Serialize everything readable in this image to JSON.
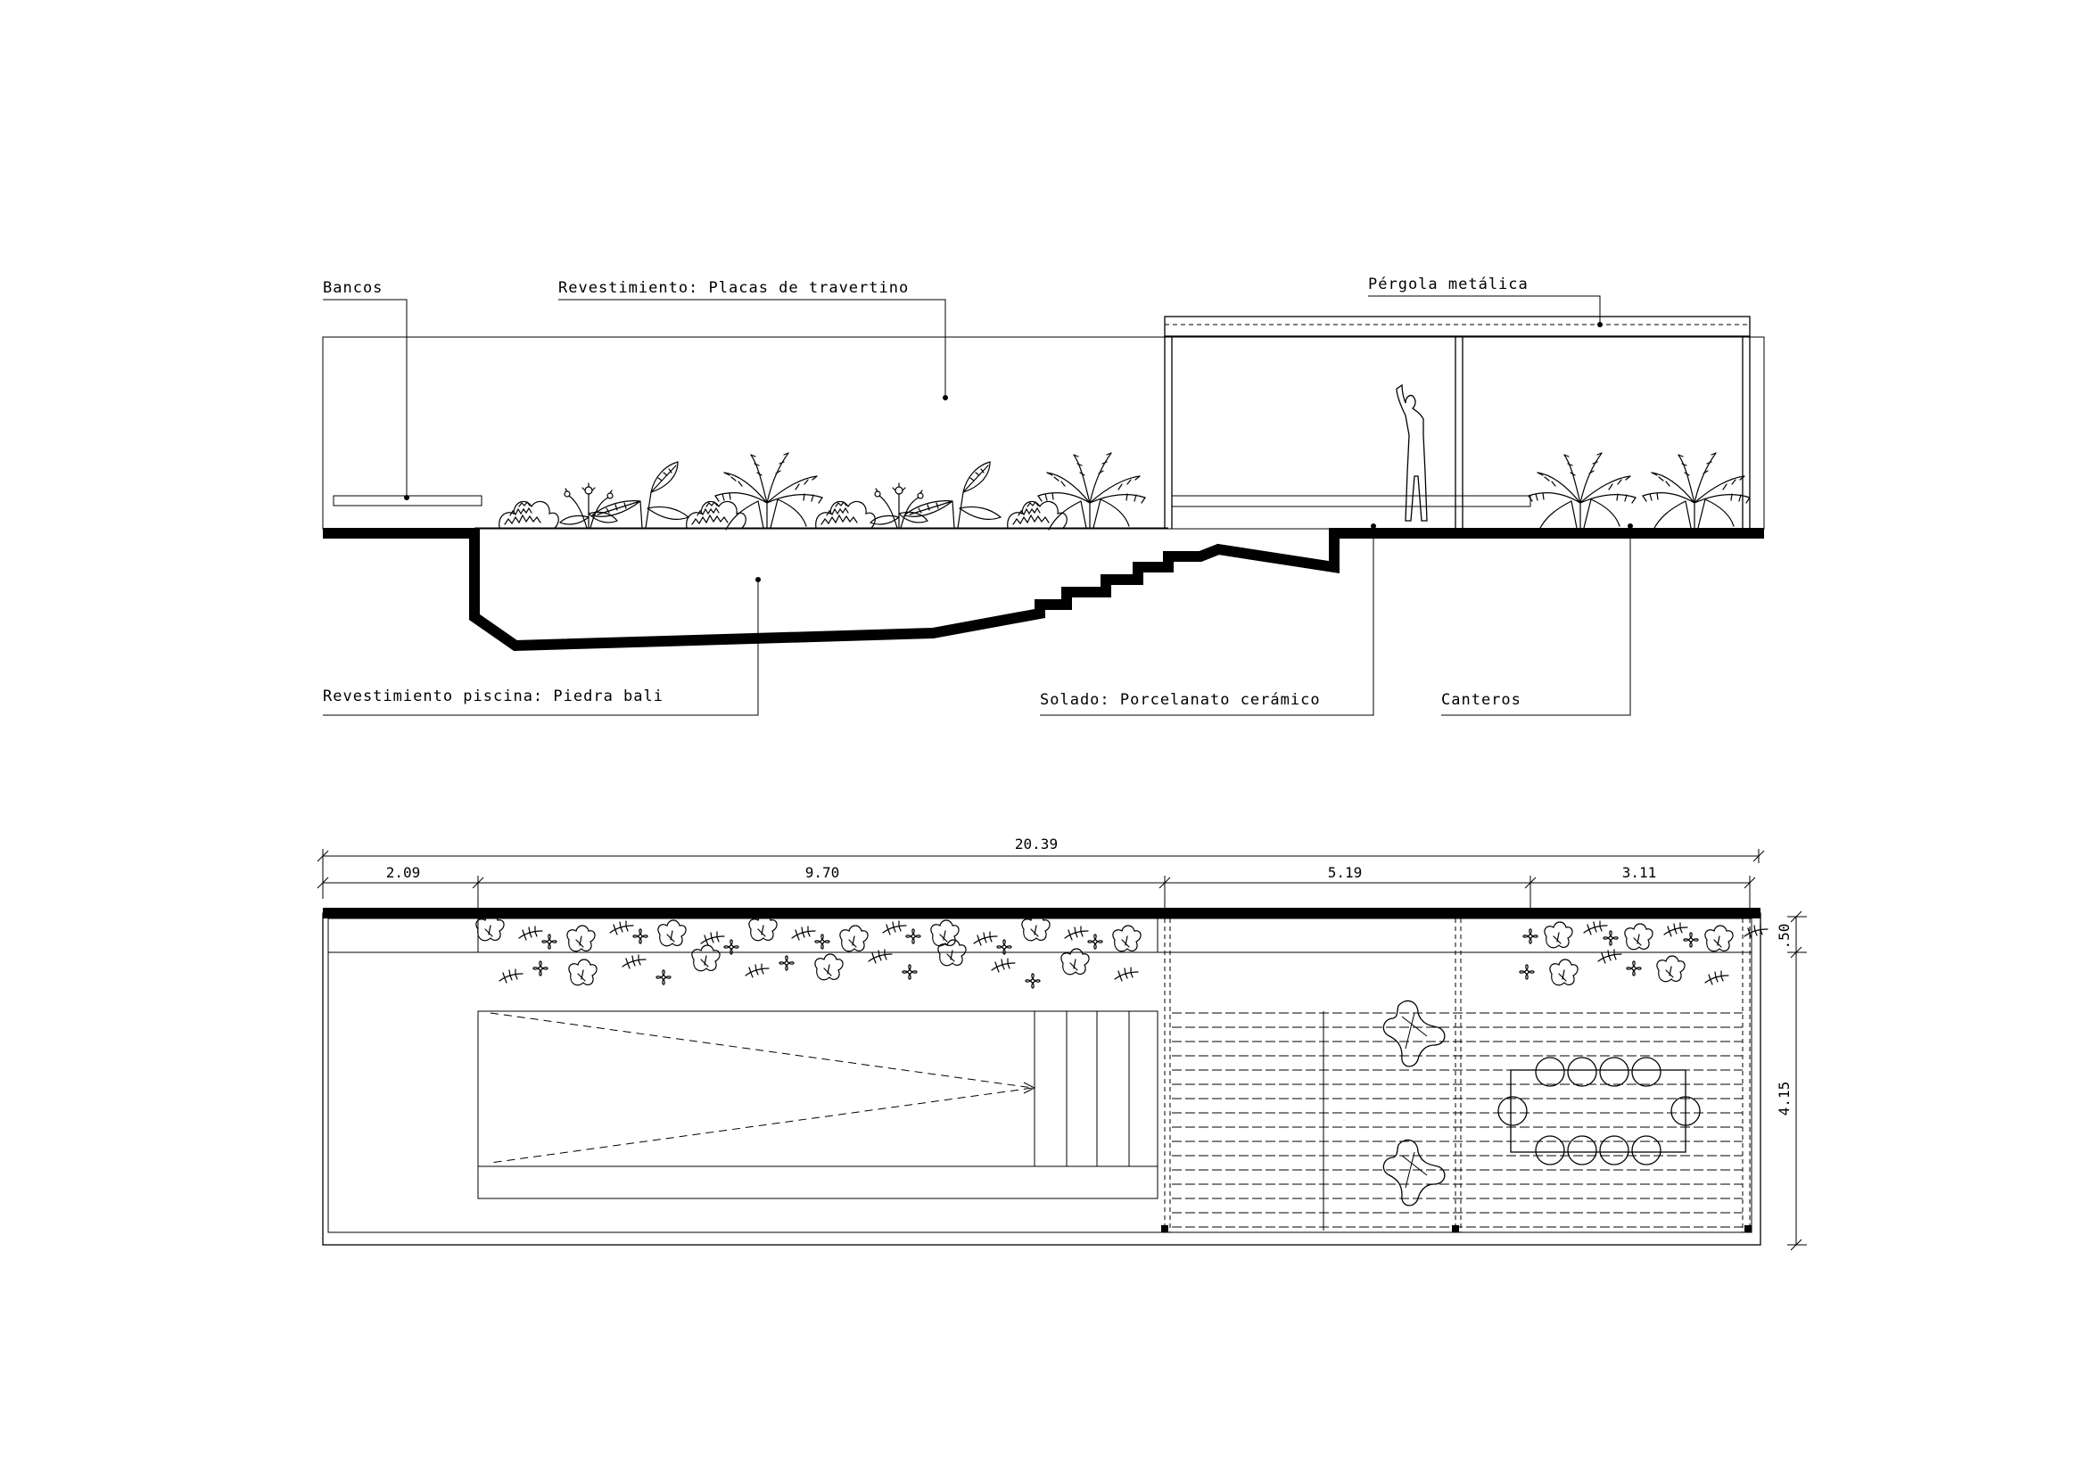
{
  "section": {
    "labels": {
      "bancos": "Bancos",
      "revestimiento": "Revestimiento: Placas de travertino",
      "pergola": "Pérgola metálica",
      "piscina": "Revestimiento piscina: Piedra bali",
      "solado": "Solado: Porcelanato cerámico",
      "canteros": "Canteros"
    }
  },
  "plan": {
    "dimensions": {
      "total": "20.39",
      "segment_1": "2.09",
      "segment_2": "9.70",
      "segment_3": "5.19",
      "segment_4": "3.11",
      "depth_small": ".50",
      "depth_large": "4.15"
    }
  },
  "icons": [
    "tropical-plant-icon",
    "human-figure-icon",
    "chair-icon",
    "lounge-chair-icon"
  ]
}
